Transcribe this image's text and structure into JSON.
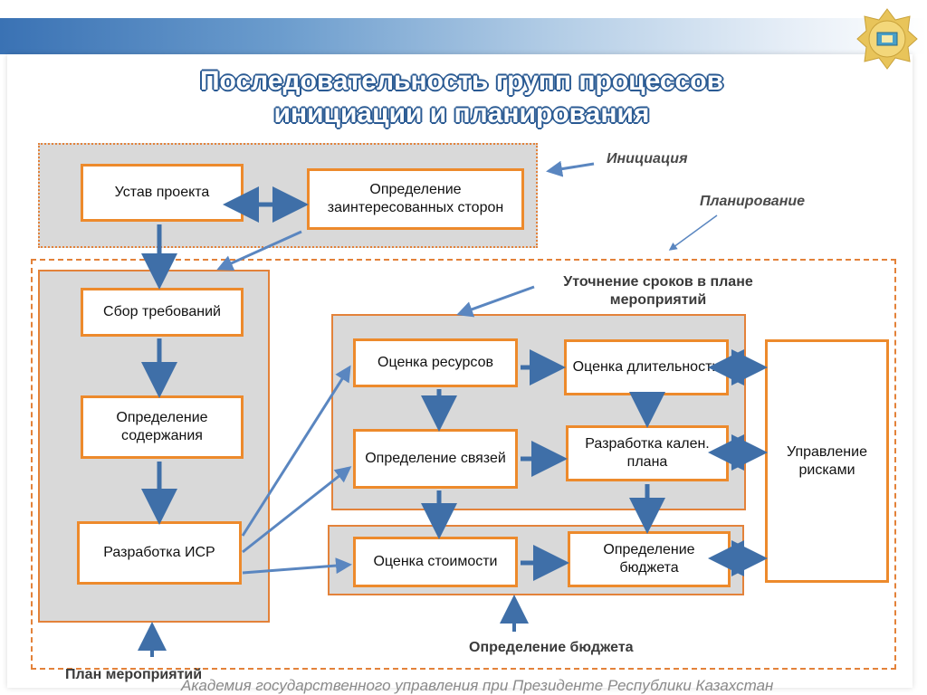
{
  "title": {
    "line1": "Последовательность групп процессов",
    "line2": "инициации и планирования"
  },
  "labels": {
    "initiation": "Инициация",
    "planning": "Планирование",
    "schedule_refine_line1": "Уточнение сроков в плане",
    "schedule_refine_line2": "мероприятий",
    "budget_definition": "Определение бюджета",
    "action_plan": "План мероприятий"
  },
  "boxes": {
    "charter": "Устав проекта",
    "stakeholders": "Определение заинтересованных сторон",
    "requirements": "Сбор требований",
    "scope": "Определение содержания",
    "wbs": "Разработка ИСР",
    "resources": "Оценка ресурсов",
    "duration": "Оценка длительности",
    "sequence": "Определение связей",
    "schedule": "Разработка кален. плана",
    "cost": "Оценка стоимости",
    "budget": "Определение бюджета",
    "risk": "Управление рисками"
  },
  "footer": "Академия государственного управления при Президенте Республики Казахстан",
  "colors": {
    "box_border": "#ed8a2c",
    "arrow": "#3f6fa8",
    "title_outline": "#2a5a93",
    "panel": "#d9d9d9"
  }
}
